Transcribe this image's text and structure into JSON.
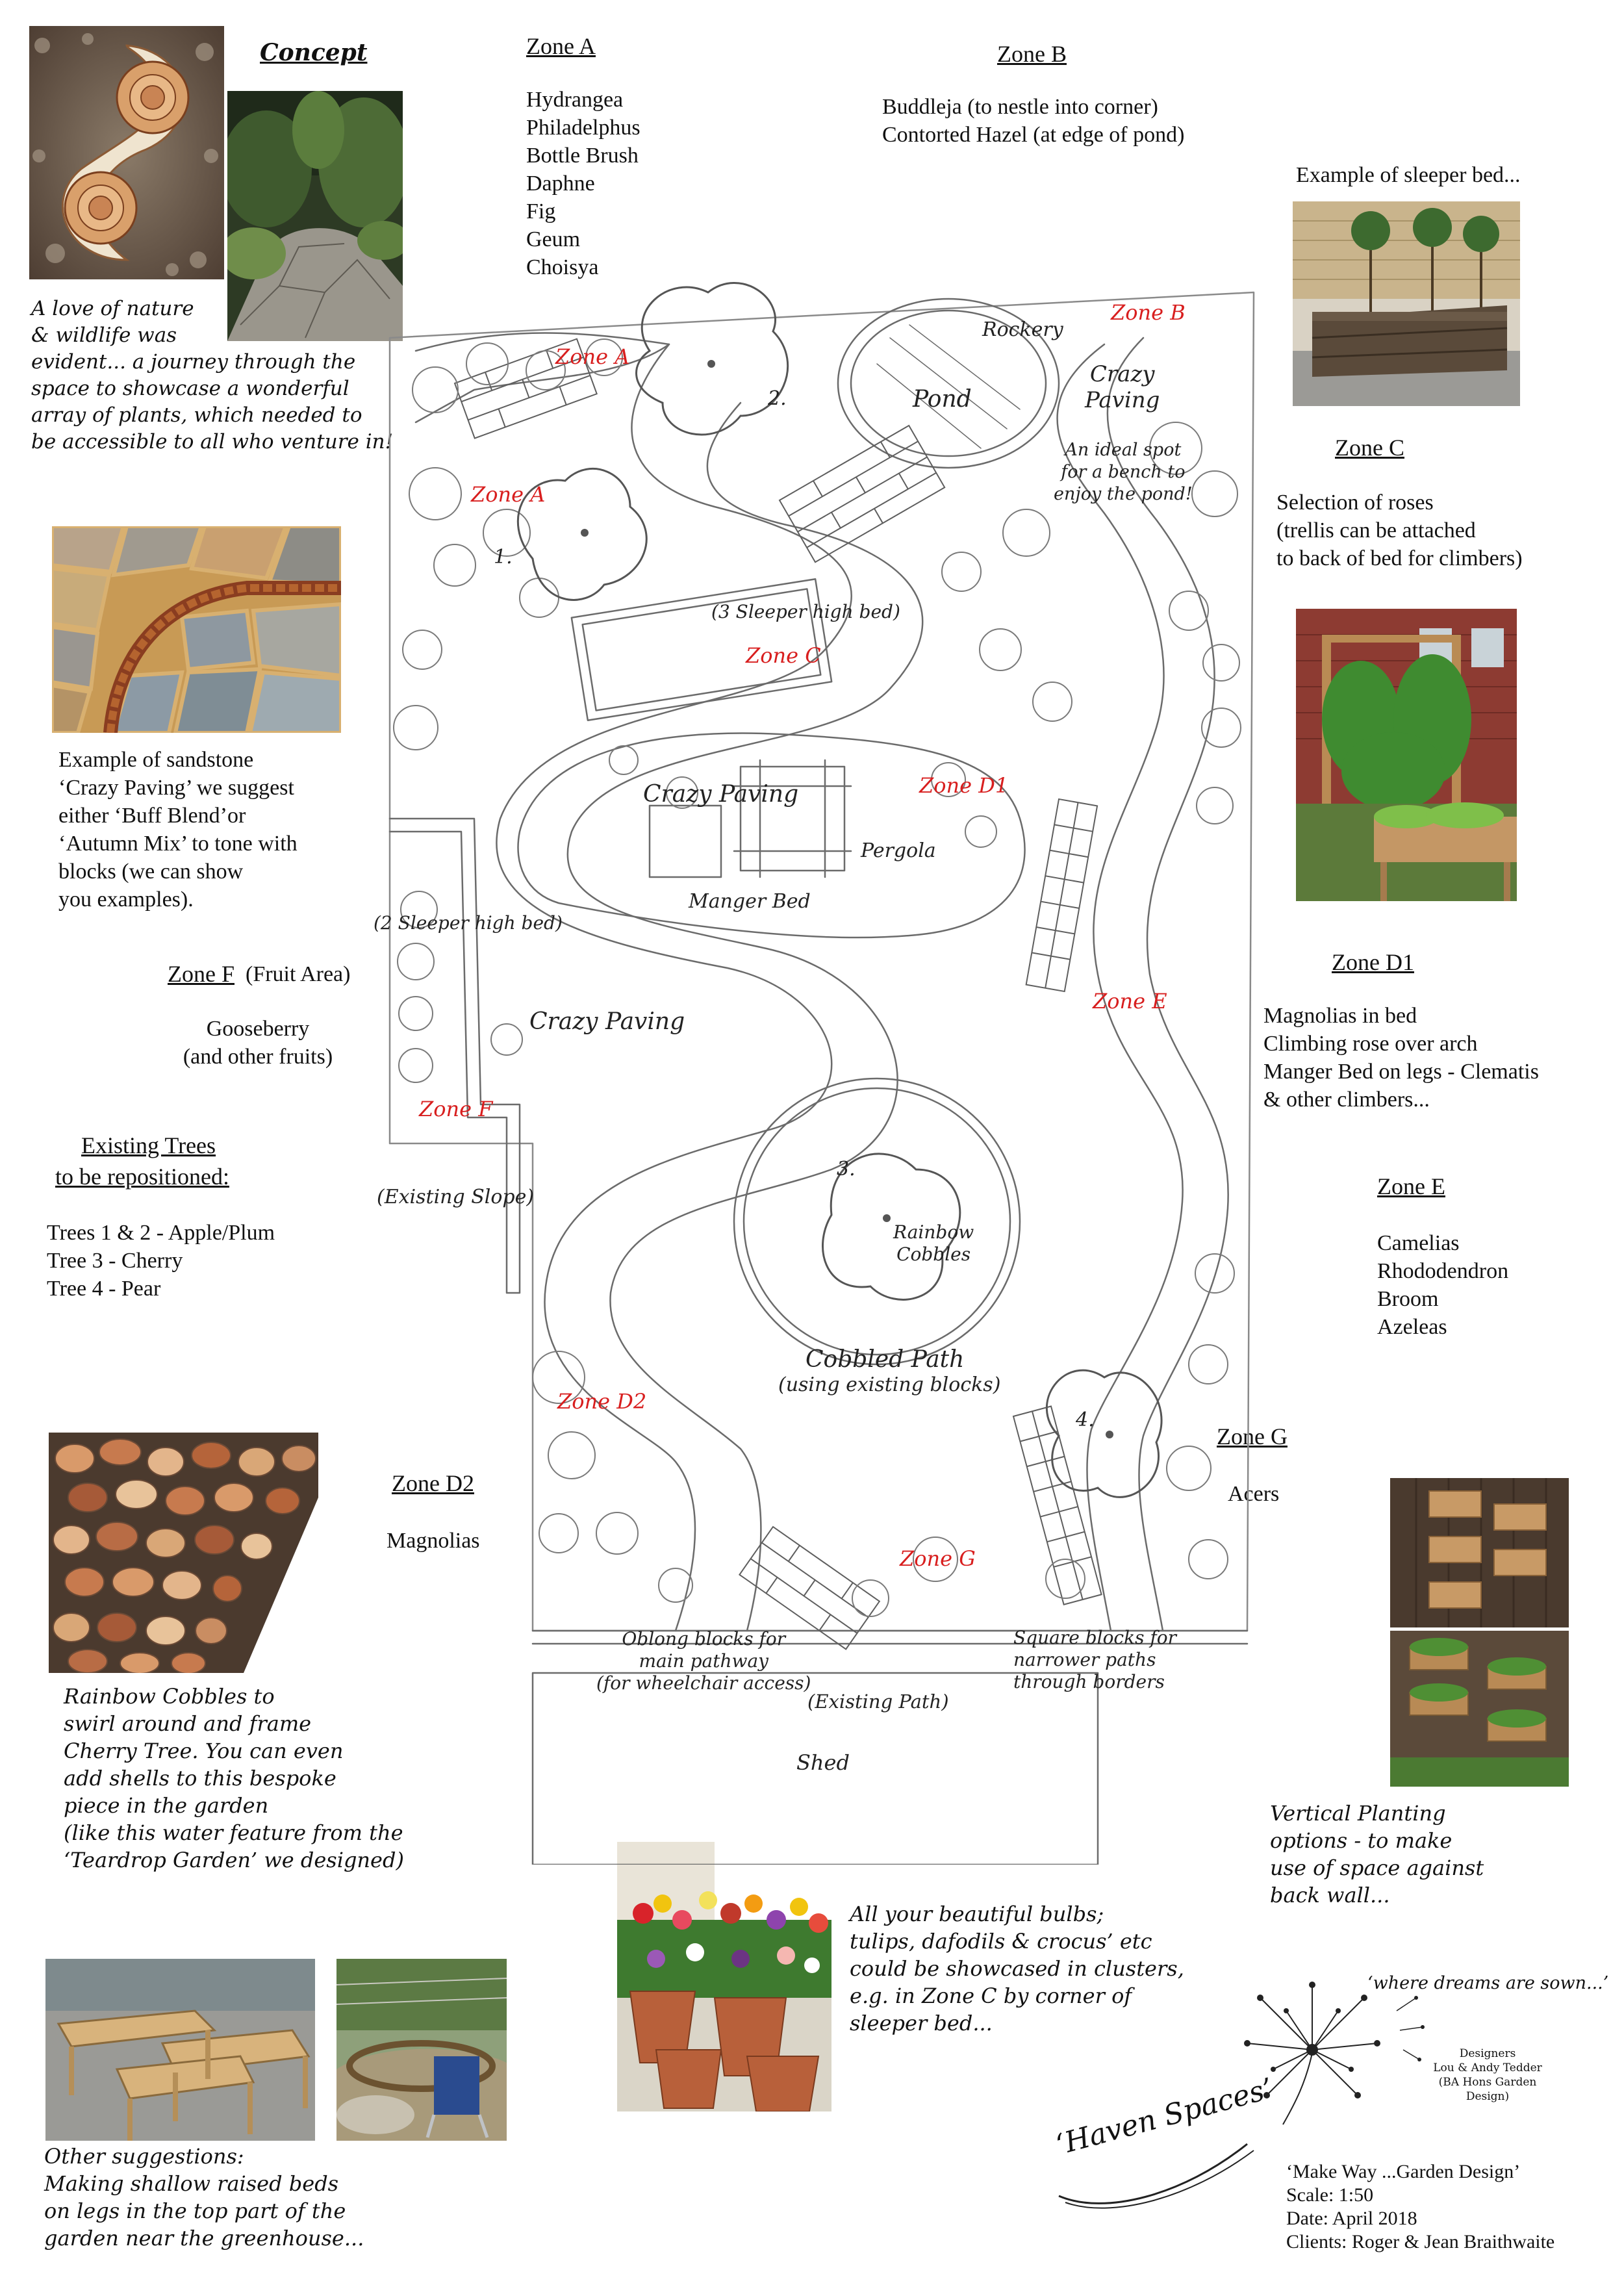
{
  "concept": {
    "heading": "Concept",
    "text": "A love of nature\n& wildlife was\nevident... a journey through the\nspace to showcase a wonderful\narray of plants, which needed to\nbe accessible to all who venture in!"
  },
  "zone_a": {
    "heading": "Zone A",
    "plants": [
      "Hydrangea",
      "Philadelphus",
      "Bottle Brush",
      "Daphne",
      "Fig",
      "Geum",
      "Choisya"
    ]
  },
  "zone_b": {
    "heading": "Zone B",
    "plants": [
      "Buddleja (to nestle into corner)",
      "Contorted Hazel (at edge of pond)"
    ]
  },
  "sleeper_example": {
    "text": "Example of sleeper bed..."
  },
  "zone_c": {
    "heading": "Zone C",
    "text": "Selection of roses\n(trellis can be attached\nto back of bed for climbers)"
  },
  "sandstone": {
    "text": "Example of sandstone\n‘Crazy Paving’ we suggest\neither ‘Buff Blend’or\n‘Autumn Mix’ to tone with\nblocks (we can show\nyou examples)."
  },
  "zone_f": {
    "heading": "Zone F",
    "subtitle": "(Fruit Area)",
    "text": "Gooseberry\n(and other fruits)"
  },
  "existing_trees": {
    "heading_1": "Existing Trees",
    "heading_2": "to be repositioned:",
    "items": [
      "Trees 1 & 2 - Apple/Plum",
      "Tree 3 - Cherry",
      "Tree 4 - Pear"
    ]
  },
  "zone_d1": {
    "heading": "Zone D1",
    "items": [
      "Magnolias in bed",
      "Climbing rose over arch",
      "Manger Bed on legs - Clematis",
      "& other climbers..."
    ]
  },
  "zone_e": {
    "heading": "Zone E",
    "plants": [
      "Camelias",
      "Rhododendron",
      "Broom",
      "Azeleas"
    ]
  },
  "zone_g": {
    "heading": "Zone G",
    "plants": [
      "Acers"
    ]
  },
  "zone_d2": {
    "heading": "Zone D2",
    "plants": [
      "Magnolias"
    ]
  },
  "rainbow": {
    "text": "Rainbow Cobbles to\nswirl around and frame\nCherry Tree.  You can even\nadd shells to this bespoke\npiece in the garden\n(like this water feature from the\n‘Teardrop Garden’ we designed)"
  },
  "vertical": {
    "text": "Vertical Planting\noptions - to make\nuse of space against\nback wall..."
  },
  "bulbs": {
    "text": "All your beautiful bulbs;\ntulips, dafodils & crocus’ etc\ncould be showcased in clusters,\ne.g. in Zone C by corner of\nsleeper bed..."
  },
  "other": {
    "text": "Other suggestions:\nMaking shallow raised beds\non legs in the top part of the\ngarden near the greenhouse..."
  },
  "plan": {
    "zone_a_1": "Zone A",
    "zone_a_2": "Zone A",
    "zone_b": "Zone B",
    "zone_c": "Zone C",
    "zone_d1": "Zone D1",
    "zone_e": "Zone E",
    "zone_f": "Zone F",
    "zone_d2": "Zone D2",
    "zone_g": "Zone G",
    "tree_1": "1.",
    "tree_2": "2.",
    "tree_3": "3.",
    "tree_4": "4.",
    "pond": "Pond",
    "rockery": "Rockery",
    "crazy_paving_top": "Crazy\nPaving",
    "bench_note": "An ideal spot\nfor a bench to\nenjoy the pond!",
    "sleeper3": "(3 Sleeper high bed)",
    "crazy_paving_mid": "Crazy Paving",
    "pergola": "Pergola",
    "manger": "Manger Bed",
    "sleeper2": "(2 Sleeper high bed)",
    "crazy_paving_low": "Crazy Paving",
    "existing_slope": "(Existing Slope)",
    "rainbow_cobbles": "Rainbow\nCobbles",
    "cobbled_path": "Cobbled Path",
    "cobbled_path_note": "(using existing blocks)",
    "oblong_note": "Oblong blocks for\nmain pathway\n(for wheelchair access)",
    "square_note": "Square blocks for\nnarrower paths\nthrough borders",
    "existing_path": "(Existing Path)",
    "shed": "Shed"
  },
  "brand": {
    "tagline": "‘where dreams are sown...’",
    "designers_label": "Designers",
    "designers": "Lou & Andy Tedder",
    "qualification": "(BA Hons Garden Design)",
    "logo_text": "‘Haven Spaces’",
    "project": "‘Make Way ...Garden Design’",
    "scale": "Scale:  1:50",
    "date": "Date:  April 2018",
    "clients": "Clients:  Roger & Jean Braithwaite"
  },
  "colors": {
    "zone_label": "#d81e1e",
    "ink": "#111111",
    "pencil": "#6b6b6b"
  }
}
